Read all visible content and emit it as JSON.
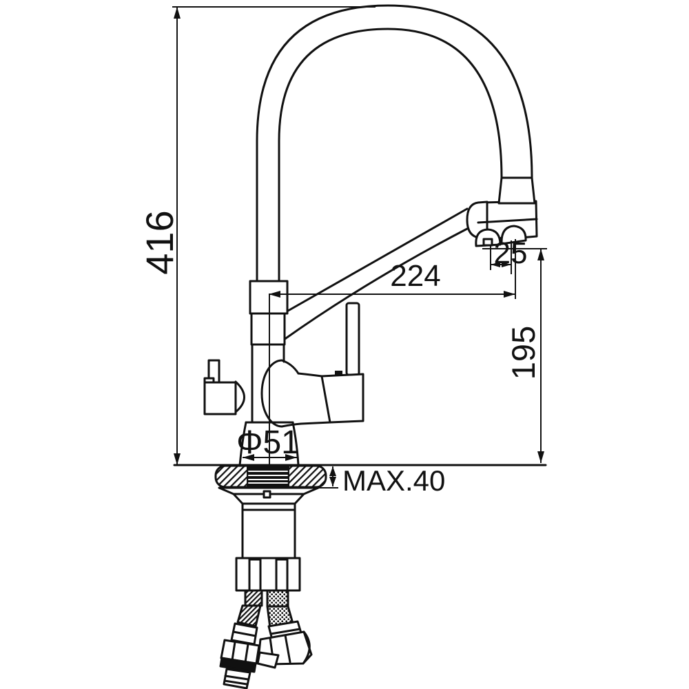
{
  "drawing": {
    "type": "technical line drawing",
    "subject": "kitchen faucet with filtered-water handle, front elevation with installation dimensions",
    "background": "#ffffff",
    "line_color": "#111111",
    "labels": {
      "overall_height": "416",
      "spout_reach": "224",
      "head_width": "25",
      "spout_clearance": "195",
      "base_diameter": "Φ51",
      "max_deck_thickness": "MAX.40"
    }
  }
}
